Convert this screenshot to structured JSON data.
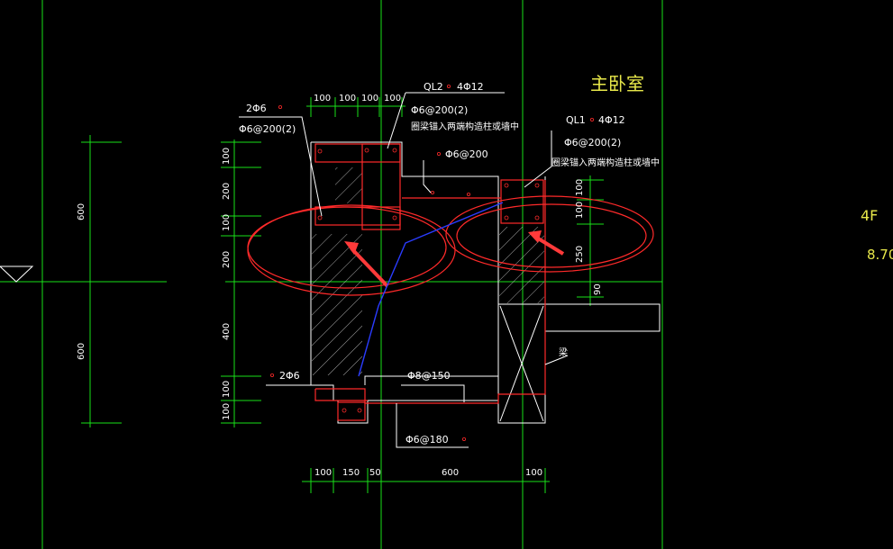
{
  "labels": {
    "room": "主卧室",
    "floor": "4F",
    "elevation": "8.70",
    "ql2": "QL2",
    "ql2_bars": "4Φ12",
    "ql2_stirrup": "Φ6@200(2)",
    "ql2_note": "圈梁锚入两端构造柱或墙中",
    "ql1": "QL1",
    "ql1_bars": "4Φ12",
    "ql1_stirrup": "Φ6@200(2)",
    "ql1_note": "圈梁锚入两端构造柱或墙中",
    "left_bars": "2Φ6",
    "left_stirrup": "Φ6@200(2)",
    "mid_stirrup": "Φ6@200",
    "bottom_bars": "2Φ6",
    "bottom_dist": "Φ8@150",
    "bottom_stirrup": "Φ6@180",
    "beam": "梁"
  },
  "dims": {
    "top": [
      "100",
      "100",
      "100",
      "100"
    ],
    "left": [
      "100",
      "200",
      "100",
      "200",
      "400",
      "100",
      "100"
    ],
    "outer_left": [
      "600",
      "600"
    ],
    "bottom": [
      "100",
      "150",
      "50",
      "600",
      "100"
    ],
    "right": [
      "100",
      "100",
      "250",
      "90"
    ]
  },
  "colors": {
    "background": "#000000",
    "grid": "#19e019",
    "outline": "#ffffff",
    "rebar": "#ff2a2a",
    "line_blue": "#2a3cff",
    "title": "#e8e84a"
  }
}
